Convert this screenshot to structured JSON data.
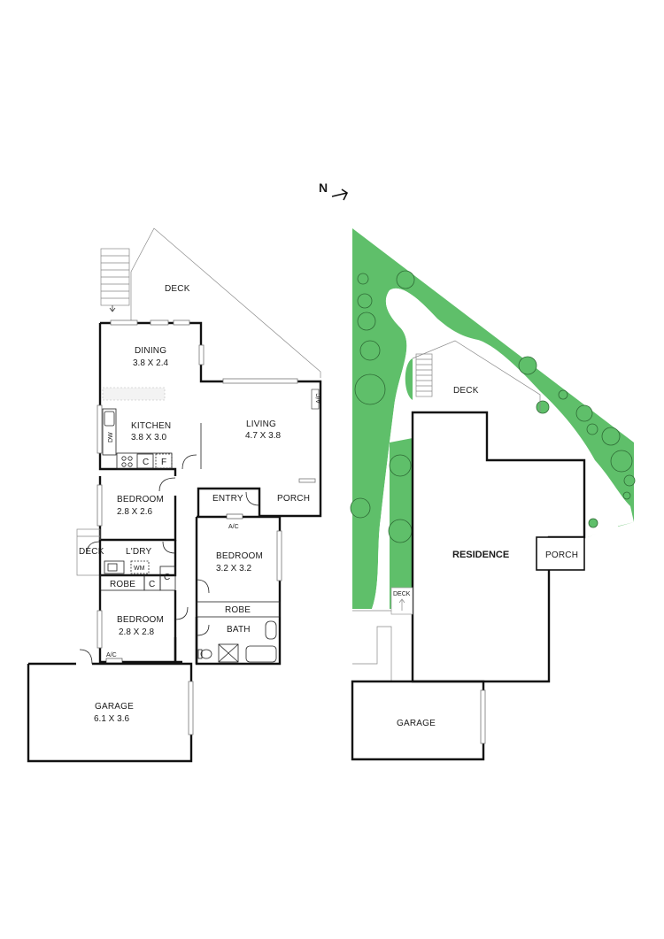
{
  "compass": {
    "label": "N"
  },
  "floor_plan": {
    "deck_top": "DECK",
    "dining": {
      "name": "DINING",
      "size": "3.8 X 2.4"
    },
    "kitchen": {
      "name": "KITCHEN",
      "size": "3.8 X 3.0",
      "dw": "DW",
      "c": "C",
      "f": "F"
    },
    "living": {
      "name": "LIVING",
      "size": "4.7 X 3.8",
      "ac": "A/C"
    },
    "entry": "ENTRY",
    "porch": "PORCH",
    "bedroom2": {
      "name": "BEDROOM",
      "size": "2.8 X 2.6"
    },
    "deck_side": "DECK",
    "laundry": {
      "name": "L'DRY",
      "wm": "WM"
    },
    "robe_small": "ROBE",
    "c1": "C",
    "c2": "C",
    "bedroom_main": {
      "name": "BEDROOM",
      "size": "3.2 X 3.2",
      "ac": "A/C"
    },
    "robe_main": "ROBE",
    "bath": "BATH",
    "bedroom3": {
      "name": "BEDROOM",
      "size": "2.8 X 2.8",
      "ac": "A/C"
    },
    "garage": {
      "name": "GARAGE",
      "size": "6.1 X 3.6"
    }
  },
  "site_plan": {
    "deck": "DECK",
    "residence": "RESIDENCE",
    "porch": "PORCH",
    "deck_small": "DECK",
    "garage": "GARAGE"
  },
  "colors": {
    "wall": "#111111",
    "landscape": "#5fbf6a",
    "tree_outline": "#2e6b35"
  }
}
